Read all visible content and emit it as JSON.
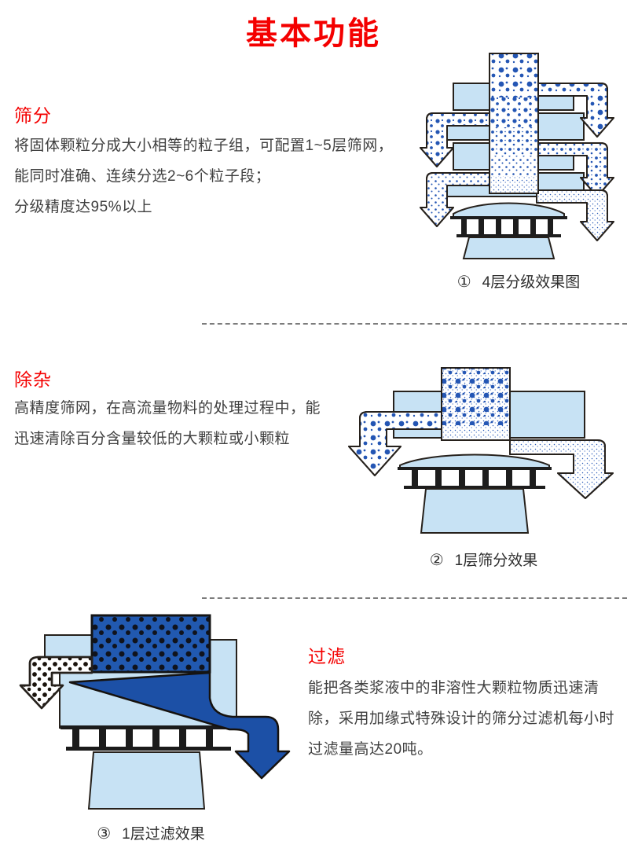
{
  "page": {
    "title": "基本功能",
    "accent_color": "#f40000",
    "text_color": "#3f3f3f",
    "machine_light_blue": "#c7e2f4",
    "particle_blue": "#2456b4",
    "liquid_dark_blue": "#1c50a6"
  },
  "sections": [
    {
      "heading": "筛分",
      "lines": [
        "将固体颗粒分成大小相等的粒子组，可配置1~5层筛网，",
        "能同时准确、连续分选2~6个粒子段；",
        "分级精度达95%以上"
      ],
      "caption_num": "①",
      "caption": "4层分级效果图"
    },
    {
      "heading": "除杂",
      "lines": [
        "高精度筛网，在高流量物料的处理过程中，能",
        "迅速清除百分含量较低的大颗粒或小颗粒"
      ],
      "caption_num": "②",
      "caption": "1层筛分效果"
    },
    {
      "heading": "过滤",
      "lines": [
        "能把各类浆液中的非溶性大颗粒物质迅速清",
        "除，采用加缘式特殊设计的筛分过滤机每小时",
        "过滤量高达20吨。"
      ],
      "caption_num": "③",
      "caption": "1层过滤效果"
    }
  ]
}
